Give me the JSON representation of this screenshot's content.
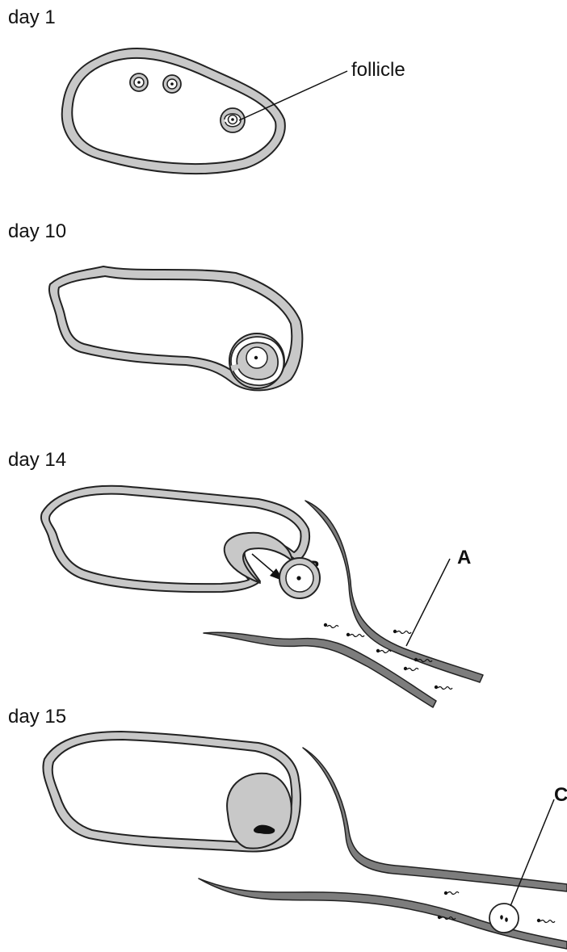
{
  "panels": [
    {
      "label": "day 1"
    },
    {
      "label": "day 10"
    },
    {
      "label": "day 14"
    },
    {
      "label": "day 15"
    }
  ],
  "labels": {
    "follicle": "follicle",
    "a": "A",
    "b": "B",
    "c": "C"
  }
}
